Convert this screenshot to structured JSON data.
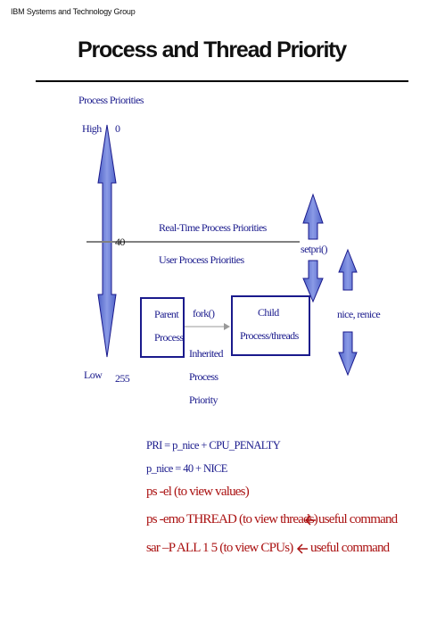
{
  "header": {
    "org": "IBM Systems and Technology Group"
  },
  "slide": {
    "title": "Process and Thread Priority"
  },
  "scale": {
    "heading": "Process Priorities",
    "high_label": "High",
    "high_value": "0",
    "mid_value": "40",
    "low_label": "Low",
    "low_value": "255"
  },
  "bands": {
    "realtime": "Real-Time Process Priorities",
    "user": "User Process Priorities"
  },
  "controls": {
    "setpri": "setpri()",
    "nice": "nice, renice"
  },
  "boxes": {
    "parent_line1": "Parent",
    "parent_line2": "Process",
    "child_line1": "Child",
    "child_line2": "Process/threads"
  },
  "fork": {
    "label": "fork()",
    "inherit_line1": "Inherited",
    "inherit_line2": "Process",
    "inherit_line3": "Priority"
  },
  "formulas": {
    "pri": "PRI = p_nice + CPU_PENALTY",
    "nice": "p_nice = 40 + NICE"
  },
  "commands": [
    {
      "text": "ps -el (to view values)"
    },
    {
      "text": "ps -emo THREAD (to view threads)",
      "note": "useful command"
    },
    {
      "text": "sar –P ALL 1 5  (to view CPUs)",
      "note": "useful command"
    }
  ],
  "colors": {
    "arrow_fill": "#6b7fd6",
    "arrow_stroke": "#1a1a8c",
    "text_blue": "#1a1a8c",
    "text_red": "#aa1111",
    "divider": "#808080"
  }
}
